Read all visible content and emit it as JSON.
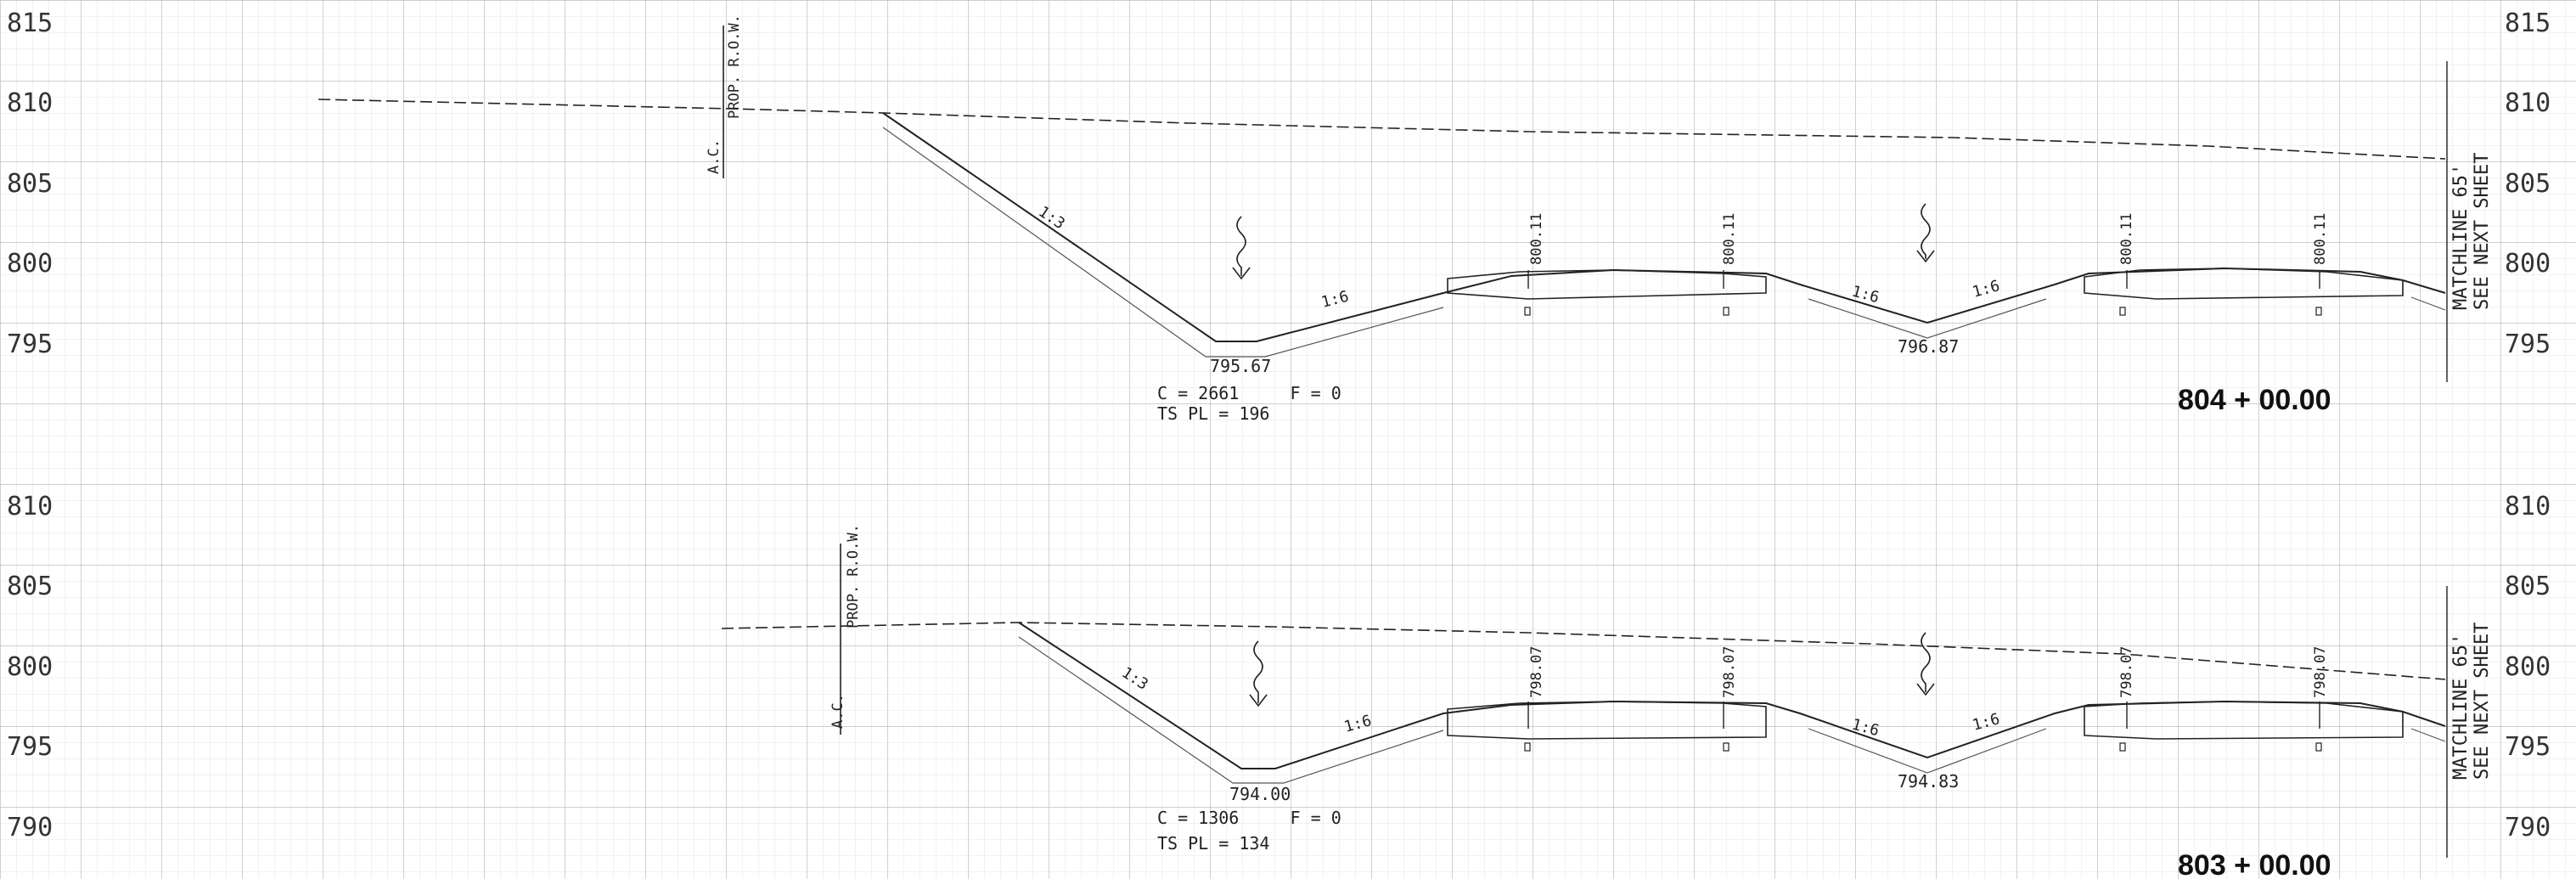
{
  "colors": {
    "paper": "#ffffff",
    "grid_minor": "#e6e6e6",
    "grid_major": "#b9b9b9",
    "line": "#222222"
  },
  "left_scale": [
    "815",
    "810",
    "805",
    "800",
    "795",
    "810",
    "805",
    "800",
    "795",
    "790"
  ],
  "right_scale": [
    "815",
    "810",
    "805",
    "800",
    "795",
    "810",
    "805",
    "800",
    "795",
    "790"
  ],
  "sections": [
    {
      "station": "804 + 00.00",
      "row_label": "PROP. R.O.W.",
      "ac_label": "A.C.",
      "ditch_left_elev": "795.67",
      "ditch_right_elev": "796.87",
      "slopes": [
        "1:3",
        "1:6",
        "1:6",
        "1:6"
      ],
      "pavement_elevs": [
        "800.11",
        "800.11",
        "800.11",
        "800.11"
      ],
      "cut_fill": "C = 2661     F = 0",
      "ts_pl": "TS PL = 196",
      "matchline_1": "MATCHLINE 65'",
      "matchline_2": "SEE NEXT SHEET"
    },
    {
      "station": "803 + 00.00",
      "row_label": "PROP. R.O.W.",
      "ac_label": "A.C.",
      "ditch_left_elev": "794.00",
      "ditch_right_elev": "794.83",
      "slopes": [
        "1:3",
        "1:6",
        "1:6",
        "1:6"
      ],
      "pavement_elevs": [
        "798.07",
        "798.07",
        "798.07",
        "798.07"
      ],
      "cut_fill": "C = 1306     F = 0",
      "ts_pl": "TS PL = 134",
      "matchline_1": "MATCHLINE 65'",
      "matchline_2": "SEE NEXT SHEET"
    }
  ]
}
